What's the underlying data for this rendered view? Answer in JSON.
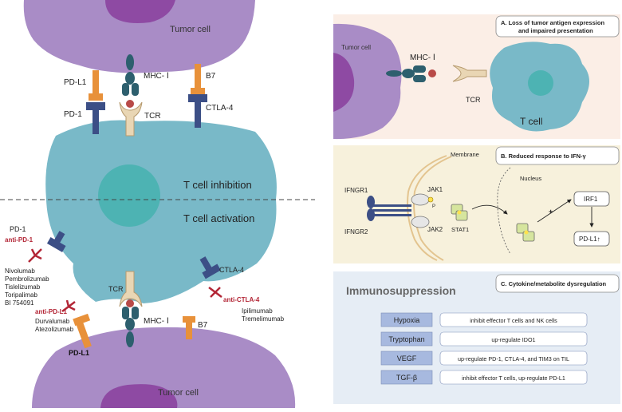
{
  "left": {
    "tumor_cell_top": "Tumor cell",
    "tumor_cell_bottom": "Tumor  cell",
    "pd_l1_top": "PD-L1",
    "pd_1_top": "PD-1",
    "mhc_top": "MHC- Ⅰ",
    "tcr_top": "TCR",
    "b7_top": "B7",
    "ctla4_top": "CTLA-4",
    "t_inhibition": "T cell inhibition",
    "t_activation": "T cell activation",
    "pd_1_mid": "PD-1",
    "anti_pd1": "anti-PD-1",
    "anti_pd1_drugs": [
      "Nivolumab",
      "Pembrolizumab",
      "Tislelizumab",
      "Toripalimab",
      "BI 754091"
    ],
    "anti_pdl1": "anti-PD-L1",
    "anti_pdl1_drugs": [
      "Durvalumab",
      "Atezolizumab"
    ],
    "pd_l1_bottom": "PD-L1",
    "tcr_bottom": "TCR",
    "mhc_bottom": "MHC- Ⅰ",
    "ctla4_mid": "CTLA-4",
    "anti_ctla4": "anti-CTLA-4",
    "anti_ctla4_drugs": [
      "Ipilimumab",
      "Tremelimumab"
    ],
    "b7_bottom": "B7"
  },
  "panel_a": {
    "title_line1": "A.  Loss of tumor antigen expression",
    "title_line2": "and impaired presentation",
    "tumor_cell": "Tumor  cell",
    "mhc": "MHC- Ⅰ",
    "tcr": "TCR",
    "t_cell": "T cell"
  },
  "panel_b": {
    "title": "B. Reduced response to IFN-γ",
    "membrane": "Membrane",
    "nucleus": "Nucleus",
    "ifngr1": "IFNGR1",
    "ifngr2": "IFNGR2",
    "jak1": "JAK1",
    "jak2": "JAK2",
    "p": "P",
    "stat1": "STAT1",
    "plus": "+",
    "irf1": "IRF1",
    "pdl1": "PD-L1↑"
  },
  "panel_c": {
    "title": "C. Cytokine/metabolite dysregulation",
    "heading": "Immunosuppression",
    "rows": [
      {
        "factor": "Hypoxia",
        "effect": "inhibit effector T cells and NK cells"
      },
      {
        "factor": "Tryptophan",
        "effect": "up-regulate IDO1"
      },
      {
        "factor": "VEGF",
        "effect": "up-regulate PD-1, CTLA-4, and TIM3 on TIL"
      },
      {
        "factor": "TGF-β",
        "effect": "inhibit effector T cells, up-regulate PD-L1"
      }
    ]
  },
  "colors": {
    "tumor_purple": "#a98cc6",
    "nucleus_purple": "#8e4aa3",
    "tcell_teal": "#79b9c8",
    "tcell_nucleus": "#4db3b3",
    "receptor_navy": "#3c4f86",
    "ligand_orange": "#e8913a",
    "mhc_teal": "#2d5f6e",
    "antibody_red": "#b32636",
    "panel_a_bg": "#fbeee6",
    "panel_b_bg": "#f7f1dc",
    "panel_c_bg": "#e6edf5",
    "row_box": "#a7b9df"
  }
}
